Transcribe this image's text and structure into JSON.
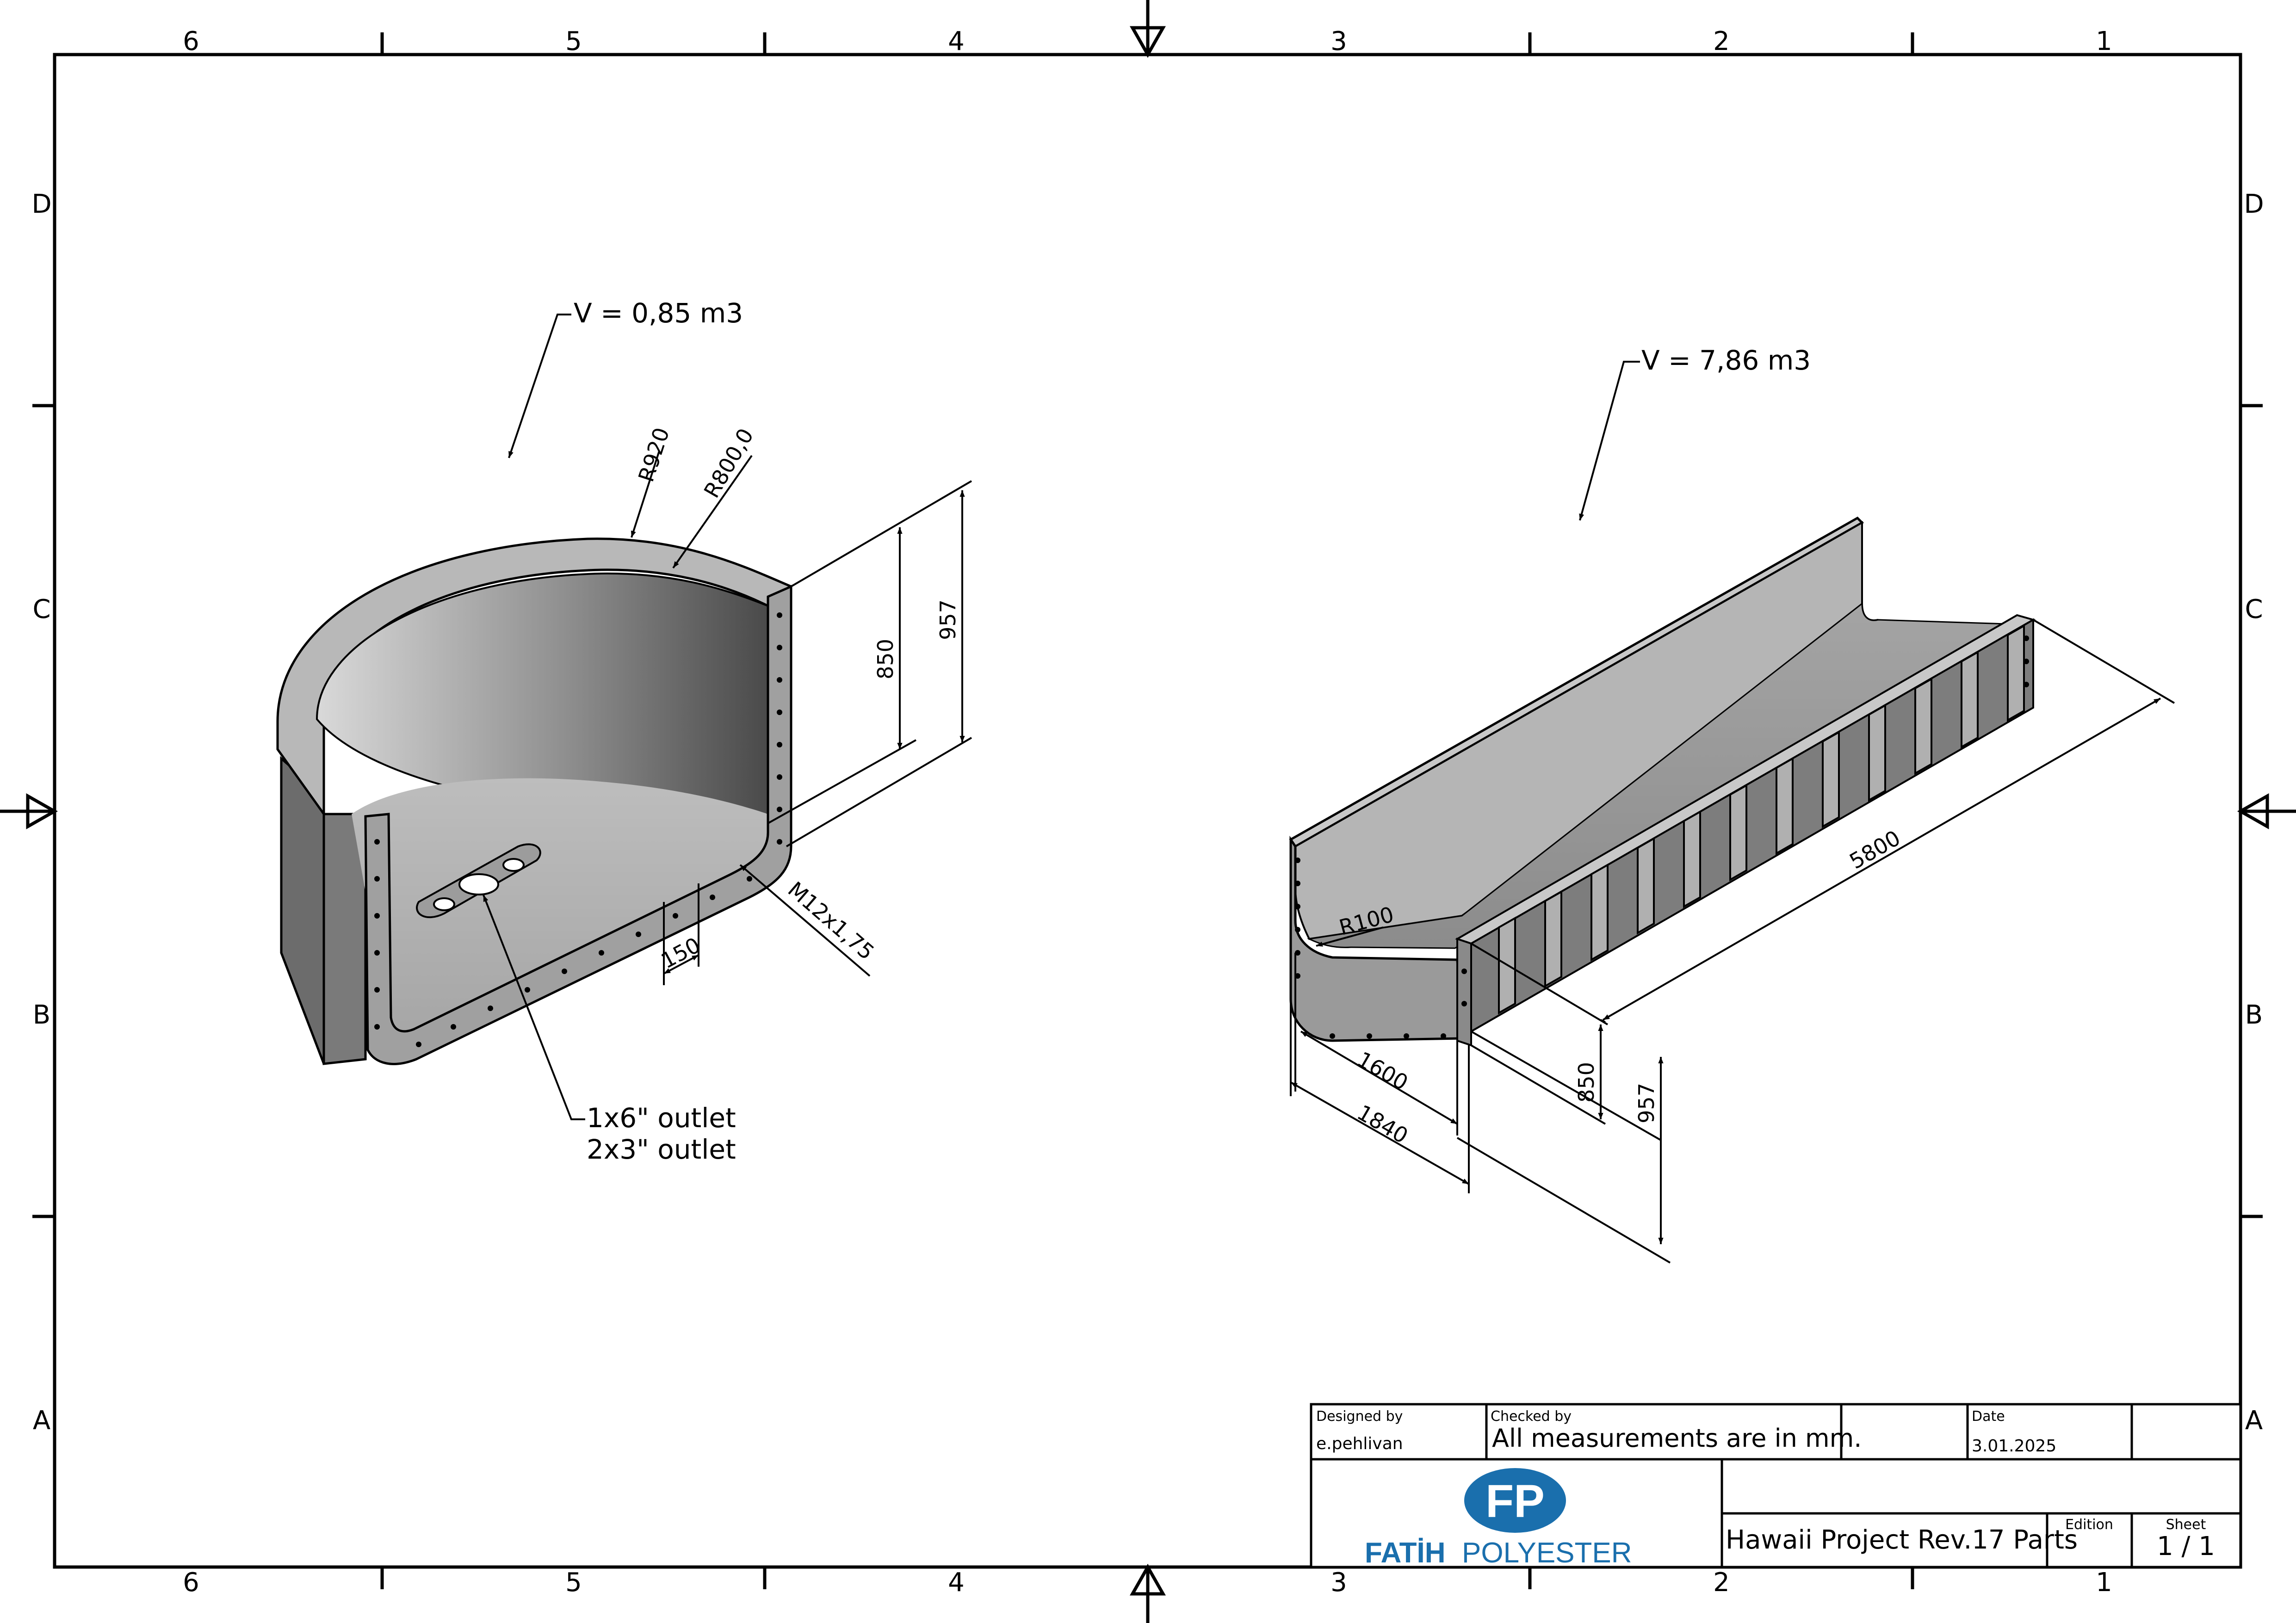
{
  "frame": {
    "zones_cols": [
      "6",
      "5",
      "4",
      "3",
      "2",
      "1"
    ],
    "zones_rows": [
      "D",
      "C",
      "B",
      "A"
    ]
  },
  "part_left": {
    "volume": "V = 0,85 m3",
    "outer_radius": "R920",
    "inner_radius": "R800,0",
    "height_inner": "850",
    "height_outer": "957",
    "thread": "M12x1,75",
    "hole_spacing": "150",
    "outlet_1": "1x6\" outlet",
    "outlet_2": "2x3\" outlet"
  },
  "part_right": {
    "volume": "V = 7,86 m3",
    "inner_radius": "R100",
    "length": "5800",
    "width_inner": "1600",
    "width_outer": "1840",
    "height_inner": "850",
    "height_outer": "957"
  },
  "title_block": {
    "designed_by_label": "Designed by",
    "designed_by": "e.pehlivan",
    "checked_by_label": "Checked by",
    "checked_by": "All measurements are in mm.",
    "date_label": "Date",
    "date": "3.01.2025",
    "title": "Hawaii Project Rev.17 Parts",
    "edition_label": "Edition",
    "sheet_label": "Sheet",
    "sheet": "1 / 1",
    "logo_mark": "FP",
    "company_bold": "FATİH",
    "company_light": "POLYESTER",
    "brand_color": "#1a6fad"
  }
}
